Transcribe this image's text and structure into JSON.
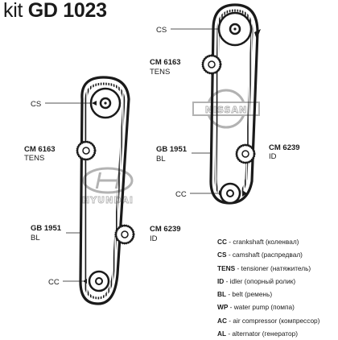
{
  "header": {
    "kit": "kit",
    "code": "GD 1023"
  },
  "logos": {
    "left": "HYUNDAI",
    "right": "NISSAN"
  },
  "left_diagram": {
    "cs": "CS",
    "cc": "CC",
    "tens_code": "CM 6163",
    "tens_role": "TENS",
    "belt_code": "GB 1951",
    "belt_role": "BL",
    "idler_code": "CM 6239",
    "idler_role": "ID"
  },
  "right_diagram": {
    "cs": "CS",
    "cc": "CC",
    "tens_code": "CM 6163",
    "tens_role": "TENS",
    "belt_code": "GB 1951",
    "belt_role": "BL",
    "idler_code": "CM 6239",
    "idler_role": "ID"
  },
  "legend": [
    {
      "abbr": "CC",
      "text": " - crankshaft (коленвал)"
    },
    {
      "abbr": "CS",
      "text": " - camshaft (распредвал)"
    },
    {
      "abbr": "TENS",
      "text": " - tensioner (натяжитель)"
    },
    {
      "abbr": "ID",
      "text": " - idler (опорный ролик)"
    },
    {
      "abbr": "BL",
      "text": " - belt (ремень)"
    },
    {
      "abbr": "WP",
      "text": " - water pump (помпа)"
    },
    {
      "abbr": "AC",
      "text": " - air compressor (компрессор)"
    },
    {
      "abbr": "AL",
      "text": " - alternator (генератор)"
    }
  ]
}
